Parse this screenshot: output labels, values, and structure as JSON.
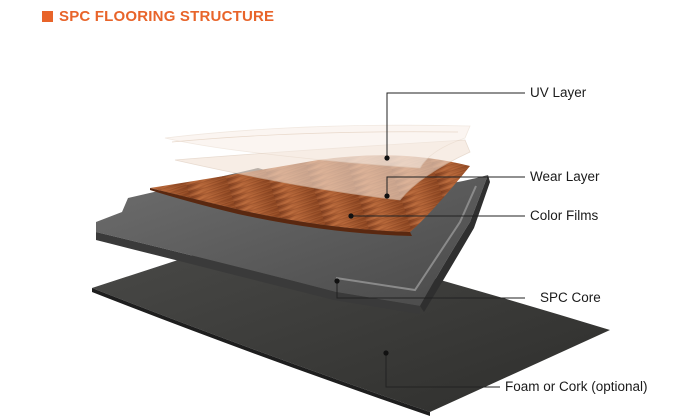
{
  "header": {
    "title": "SPC FLOORING STRUCTURE",
    "accent_color": "#e8642a"
  },
  "layers": [
    {
      "key": "uv",
      "label": "UV Layer"
    },
    {
      "key": "wear",
      "label": "Wear Layer"
    },
    {
      "key": "color",
      "label": "Color Films"
    },
    {
      "key": "core",
      "label": "SPC Core"
    },
    {
      "key": "foam",
      "label": "Foam or Cork (optional)"
    }
  ]
}
